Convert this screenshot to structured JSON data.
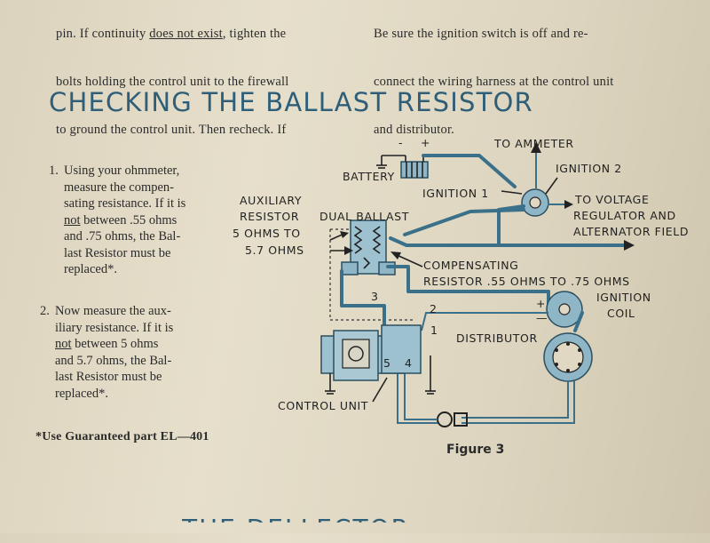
{
  "top_text": {
    "left_lines": [
      "pin. If continuity ",
      "does not exist",
      ", tighten the",
      "bolts holding the control unit to the firewall",
      "to ground the control unit. Then recheck. If"
    ],
    "right_lines": [
      "Be sure the ignition switch is off and re-",
      "connect the wiring harness at the control unit",
      "and distributor."
    ]
  },
  "heading": "CHECKING THE BALLAST RESISTOR",
  "steps": [
    {
      "num": "1.",
      "lines": [
        "Using your ohmmeter,",
        "measure the compen-",
        "sating resistance. If it is",
        "not between .55 ohms",
        "and .75 ohms, the Bal-",
        "last Resistor must be",
        "replaced*."
      ]
    },
    {
      "num": "2.",
      "lines": [
        "Now measure the aux-",
        "iliary resistance. If it is",
        "not between 5 ohms",
        "and 5.7 ohms, the Bal-",
        "last Resistor must be",
        "replaced*."
      ]
    }
  ],
  "footnote": "*Use Guaranteed part EL—401",
  "diagram": {
    "battery": "BATTERY",
    "minus": "-",
    "plus": "+",
    "to_ammeter": "TO AMMETER",
    "ignition_2": "IGNITION 2",
    "ignition_1": "IGNITION 1",
    "to_voltage_1": "TO VOLTAGE",
    "to_voltage_2": "REGULATOR AND",
    "to_voltage_3": "ALTERNATOR FIELD",
    "aux_1": "AUXILIARY",
    "aux_2": "RESISTOR",
    "dual_ballast": "DUAL BALLAST",
    "aux_3": "5 OHMS TO",
    "aux_4": "5.7 OHMS",
    "comp_1": "COMPENSATING",
    "comp_2": "RESISTOR .55 OHMS TO .75 OHMS",
    "ignition_coil_1": "IGNITION",
    "ignition_coil_2": "COIL",
    "coil_plus": "+",
    "coil_minus": "—",
    "distributor": "DISTRIBUTOR",
    "control_unit": "CONTROL UNIT",
    "pin_1": "1",
    "pin_2": "2",
    "pin_3": "3",
    "pin_4": "4",
    "pin_5": "5"
  },
  "figure_caption": "Figure 3",
  "bottom_partial": "THE DELLECTOR"
}
